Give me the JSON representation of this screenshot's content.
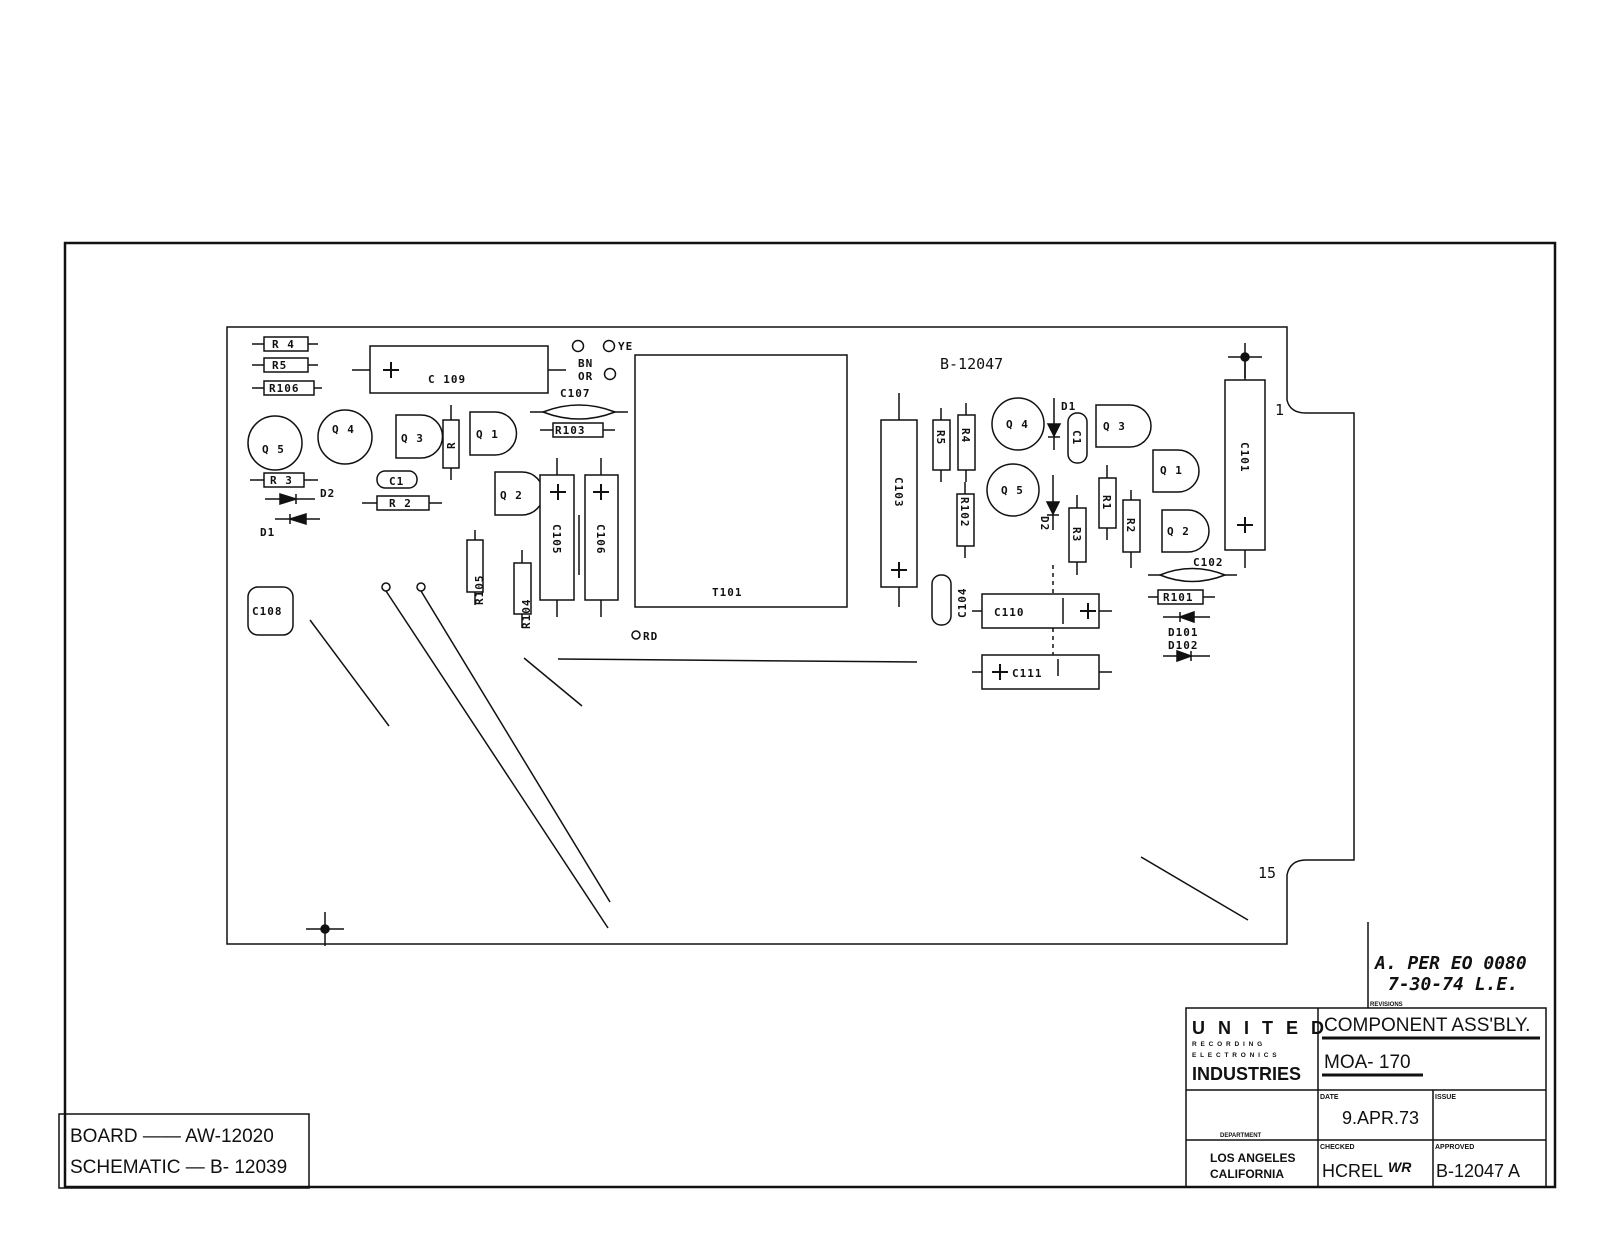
{
  "drawing_number": "B-12047",
  "components": {
    "left": {
      "r4": "R 4",
      "r5": "R5",
      "r106": "R106",
      "c109": "C 109",
      "q5": "Q 5",
      "q4": "Q 4",
      "q3": "Q 3",
      "r": "R",
      "q1": "Q 1",
      "r3": "R 3",
      "c1": "C1",
      "r2": "R 2",
      "d2": "D2",
      "d1": "D1",
      "q2": "Q 2",
      "c107": "C107",
      "r103": "R103",
      "r105": "R105",
      "r104": "R104",
      "c105": "C105",
      "c106": "C106",
      "c108": "C108",
      "t101": "T101",
      "rd": "RD",
      "ye": "YE",
      "bn": "BN",
      "or": "OR"
    },
    "right": {
      "c103": "C103",
      "r5": "R5",
      "r4": "R4",
      "r102": "R102",
      "q4": "Q 4",
      "q5": "Q 5",
      "d1": "D1",
      "d2": "D2",
      "c1": "C1",
      "q3": "Q 3",
      "q1": "Q 1",
      "q2": "Q 2",
      "r1": "R1",
      "r2": "R2",
      "r3": "R3",
      "c101": "C101",
      "c102": "C102",
      "r101": "R101",
      "d101": "D101",
      "d102": "D102",
      "c104": "C104",
      "c110": "C110",
      "c111": "C111"
    },
    "pins": {
      "pin1": "1",
      "pin15": "15"
    }
  },
  "revision": {
    "line1": "A. PER EO 0080",
    "line2": "7-30-74  L.E.",
    "caption": "REVISIONS"
  },
  "title_block": {
    "company_line1": "U N I T E D",
    "company_line2": "R E C O R D I N G",
    "company_line3": "E L E C T R O N I C S",
    "company_line4": "INDUSTRIES",
    "title": "COMPONENT  ASS'BLY.",
    "model": "MOA- 170",
    "date_label": "DATE",
    "date_value": "9.APR.73",
    "issue_label": "ISSUE",
    "department_label": "DEPARTMENT",
    "location_line1": "LOS ANGELES",
    "location_line2": "CALIFORNIA",
    "checked_label": "CHECKED",
    "checked_value": "HCREL",
    "checked_initials": "WR",
    "approved_label": "APPROVED",
    "drawing_no": "B-12047 A"
  },
  "references": {
    "board": "BOARD —— AW-12020",
    "schematic": "SCHEMATIC — B- 12039"
  }
}
